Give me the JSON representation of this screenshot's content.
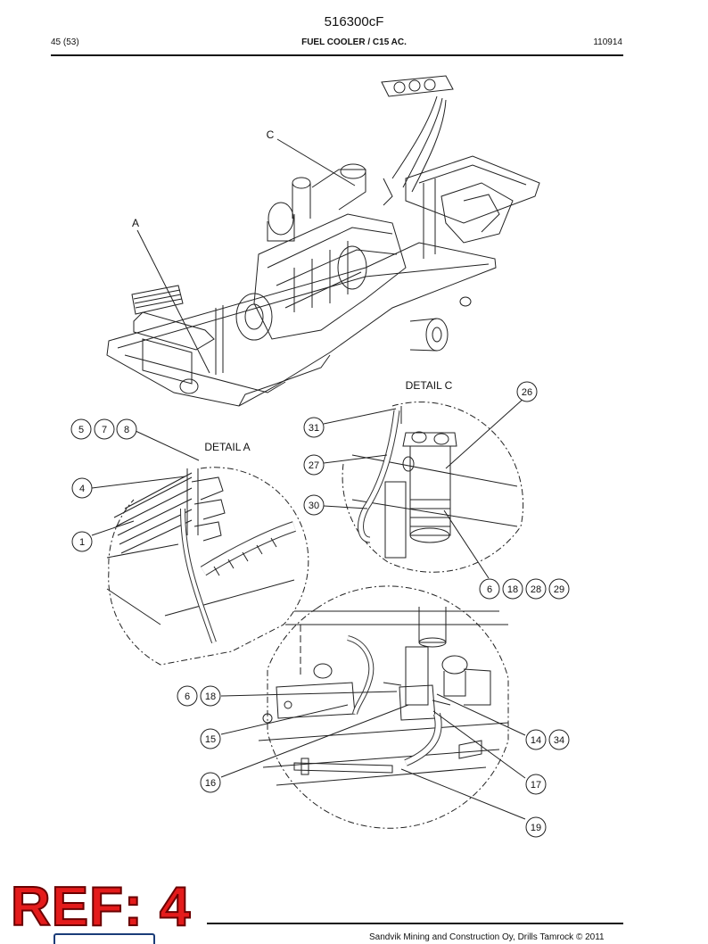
{
  "header": {
    "doc_number": "516300cF",
    "page": "45 (53)",
    "title": "FUEL COOLER / C15 AC.",
    "date": "110914"
  },
  "view_labels": {
    "a": "A",
    "c": "C",
    "detail_a": "DETAIL A",
    "detail_c": "DETAIL C"
  },
  "callouts": {
    "p1": "1",
    "p4": "4",
    "p5": "5",
    "p6": "6",
    "p7": "7",
    "p8": "8",
    "p14": "14",
    "p15": "15",
    "p16": "16",
    "p17": "17",
    "p18": "18",
    "p19": "19",
    "p26": "26",
    "p27": "27",
    "p28": "28",
    "p29": "29",
    "p30": "30",
    "p31": "31",
    "p34": "34"
  },
  "footer": {
    "copyright": "Sandvik Mining and Construction Oy, Drills Tamrock © 2011",
    "ref": "REF: 4"
  },
  "colors": {
    "ref_badge": "#e41b1b",
    "ink": "#111111"
  }
}
